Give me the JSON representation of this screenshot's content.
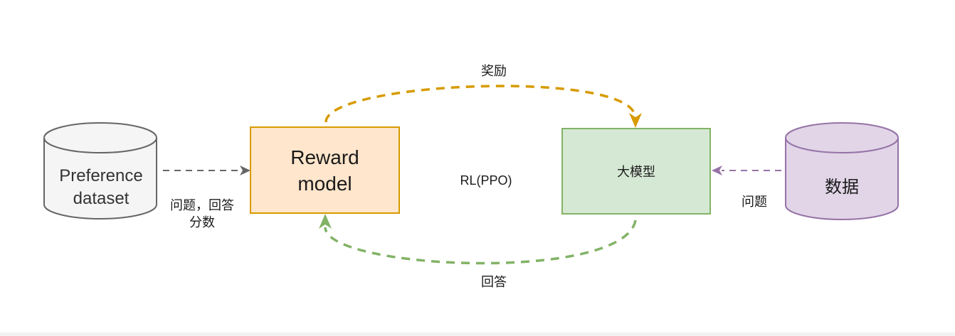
{
  "nodes": {
    "preference_dataset": "Preference\ndataset",
    "reward_model": "Reward\nmodel",
    "llm": "大模型",
    "data": "数据"
  },
  "edges": {
    "reward": "奖励",
    "rl": "RL(PPO)",
    "answer": "回答",
    "pref_to_reward": "问题，回答\n分数",
    "data_to_llm": "问题"
  },
  "colors": {
    "reward_fill": "#ffe6cc",
    "reward_stroke": "#d79b00",
    "llm_fill": "#d5e8d4",
    "llm_stroke": "#82b366",
    "pref_fill": "#f5f5f5",
    "pref_stroke": "#666666",
    "data_fill": "#e1d5e7",
    "data_stroke": "#9673a6"
  }
}
